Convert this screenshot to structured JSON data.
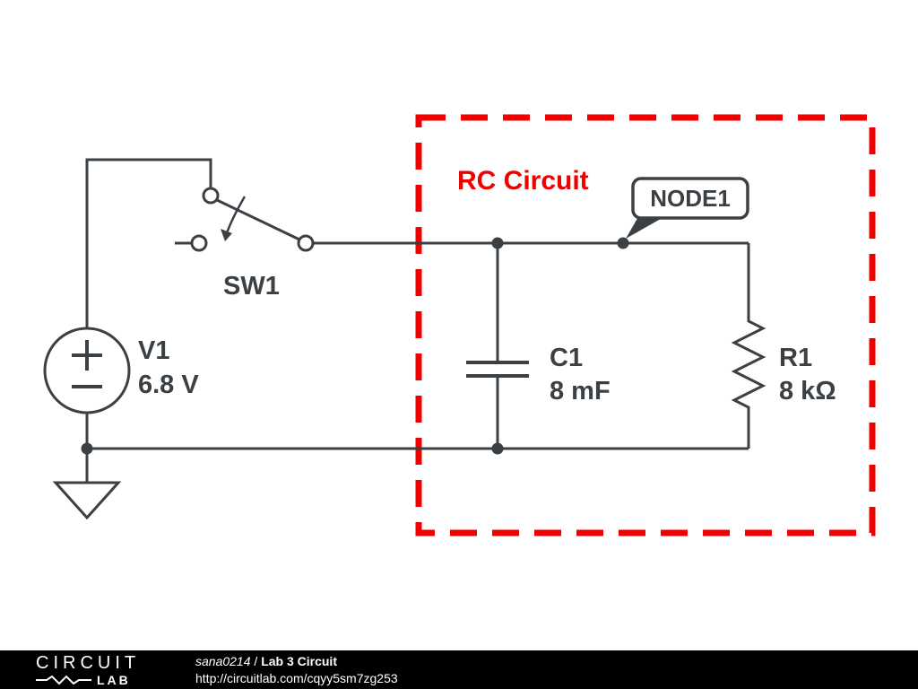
{
  "diagram": {
    "region_label": "RC Circuit",
    "node_callout": "NODE1",
    "components": {
      "v1": {
        "name": "V1",
        "value": "6.8 V"
      },
      "sw1": {
        "name": "SW1"
      },
      "c1": {
        "name": "C1",
        "value": "8 mF"
      },
      "r1": {
        "name": "R1",
        "value": "8 kΩ"
      }
    }
  },
  "colors": {
    "wire": "#3b4045",
    "annotation_red": "#f20000",
    "footer_bg": "#000000",
    "footer_text": "#ffffff"
  },
  "footer": {
    "logo_line1": "CIRCUIT",
    "logo_line2": "LAB",
    "author": "sana0214",
    "separator": " / ",
    "title": "Lab 3 Circuit",
    "url": "http://circuitlab.com/cqyy5sm7zg253"
  }
}
